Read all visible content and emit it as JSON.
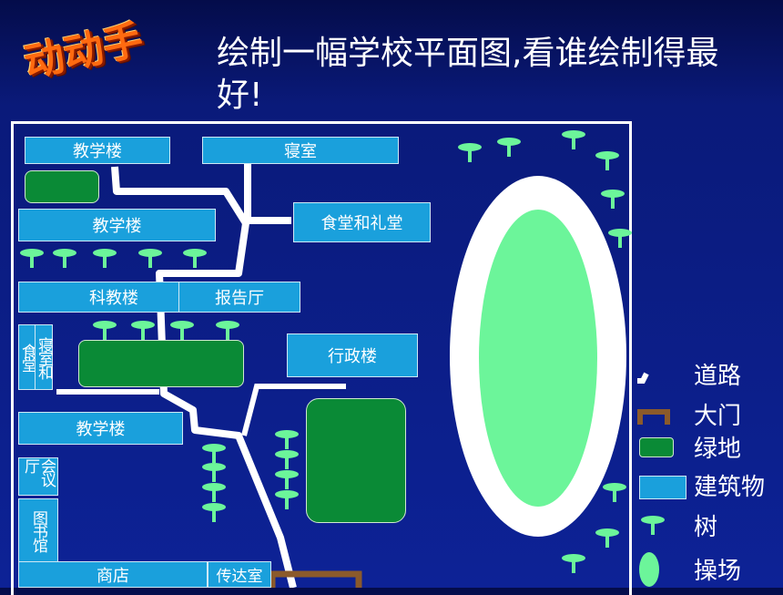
{
  "title_art": "动动手",
  "heading": "绘制一幅学校平面图,看谁绘制得最好!",
  "buildings": {
    "b1": "教学楼",
    "dorm_top": "寝室",
    "b2": "教学楼",
    "canteen_hall": "食堂和礼堂",
    "sci": "科教楼",
    "report": "报告厅",
    "canteen_dorm_left": "食堂",
    "canteen_dorm_right": "寝室和",
    "admin": "行政楼",
    "b3": "教学楼",
    "meeting": "会议厅",
    "library": "图书馆",
    "shop": "商店",
    "guard": "传达室"
  },
  "legend": {
    "road": "道路",
    "gate": "大门",
    "green": "绿地",
    "building": "建筑物",
    "tree": "树",
    "playground": "操场"
  },
  "colors": {
    "background": "#0d2296",
    "building": "#1aa0dc",
    "green": "#0a8a36",
    "field": "#6cf59a",
    "gate": "#8b5a2b",
    "title_art": "#ff6a10"
  }
}
